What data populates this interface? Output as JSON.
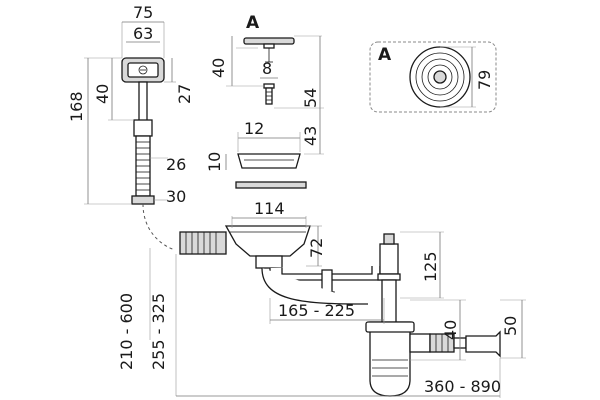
{
  "callouts": {
    "a_top": "A",
    "a_inset": "A"
  },
  "dimensions": {
    "d75": "75",
    "d63": "63",
    "d168": "168",
    "d40_handle": "40",
    "d27": "27",
    "d26": "26",
    "d30": "30",
    "d40_plug": "40",
    "d8": "8",
    "d54": "54",
    "d12": "12",
    "d43": "43",
    "d10": "10",
    "d79": "79",
    "d114": "114",
    "d72": "72",
    "d125": "125",
    "d165_225": "165 - 225",
    "d40_outlet": "40",
    "d50": "50",
    "d210_600": "210 - 600",
    "d255_325": "255 - 325",
    "d360_890": "360 - 890"
  }
}
